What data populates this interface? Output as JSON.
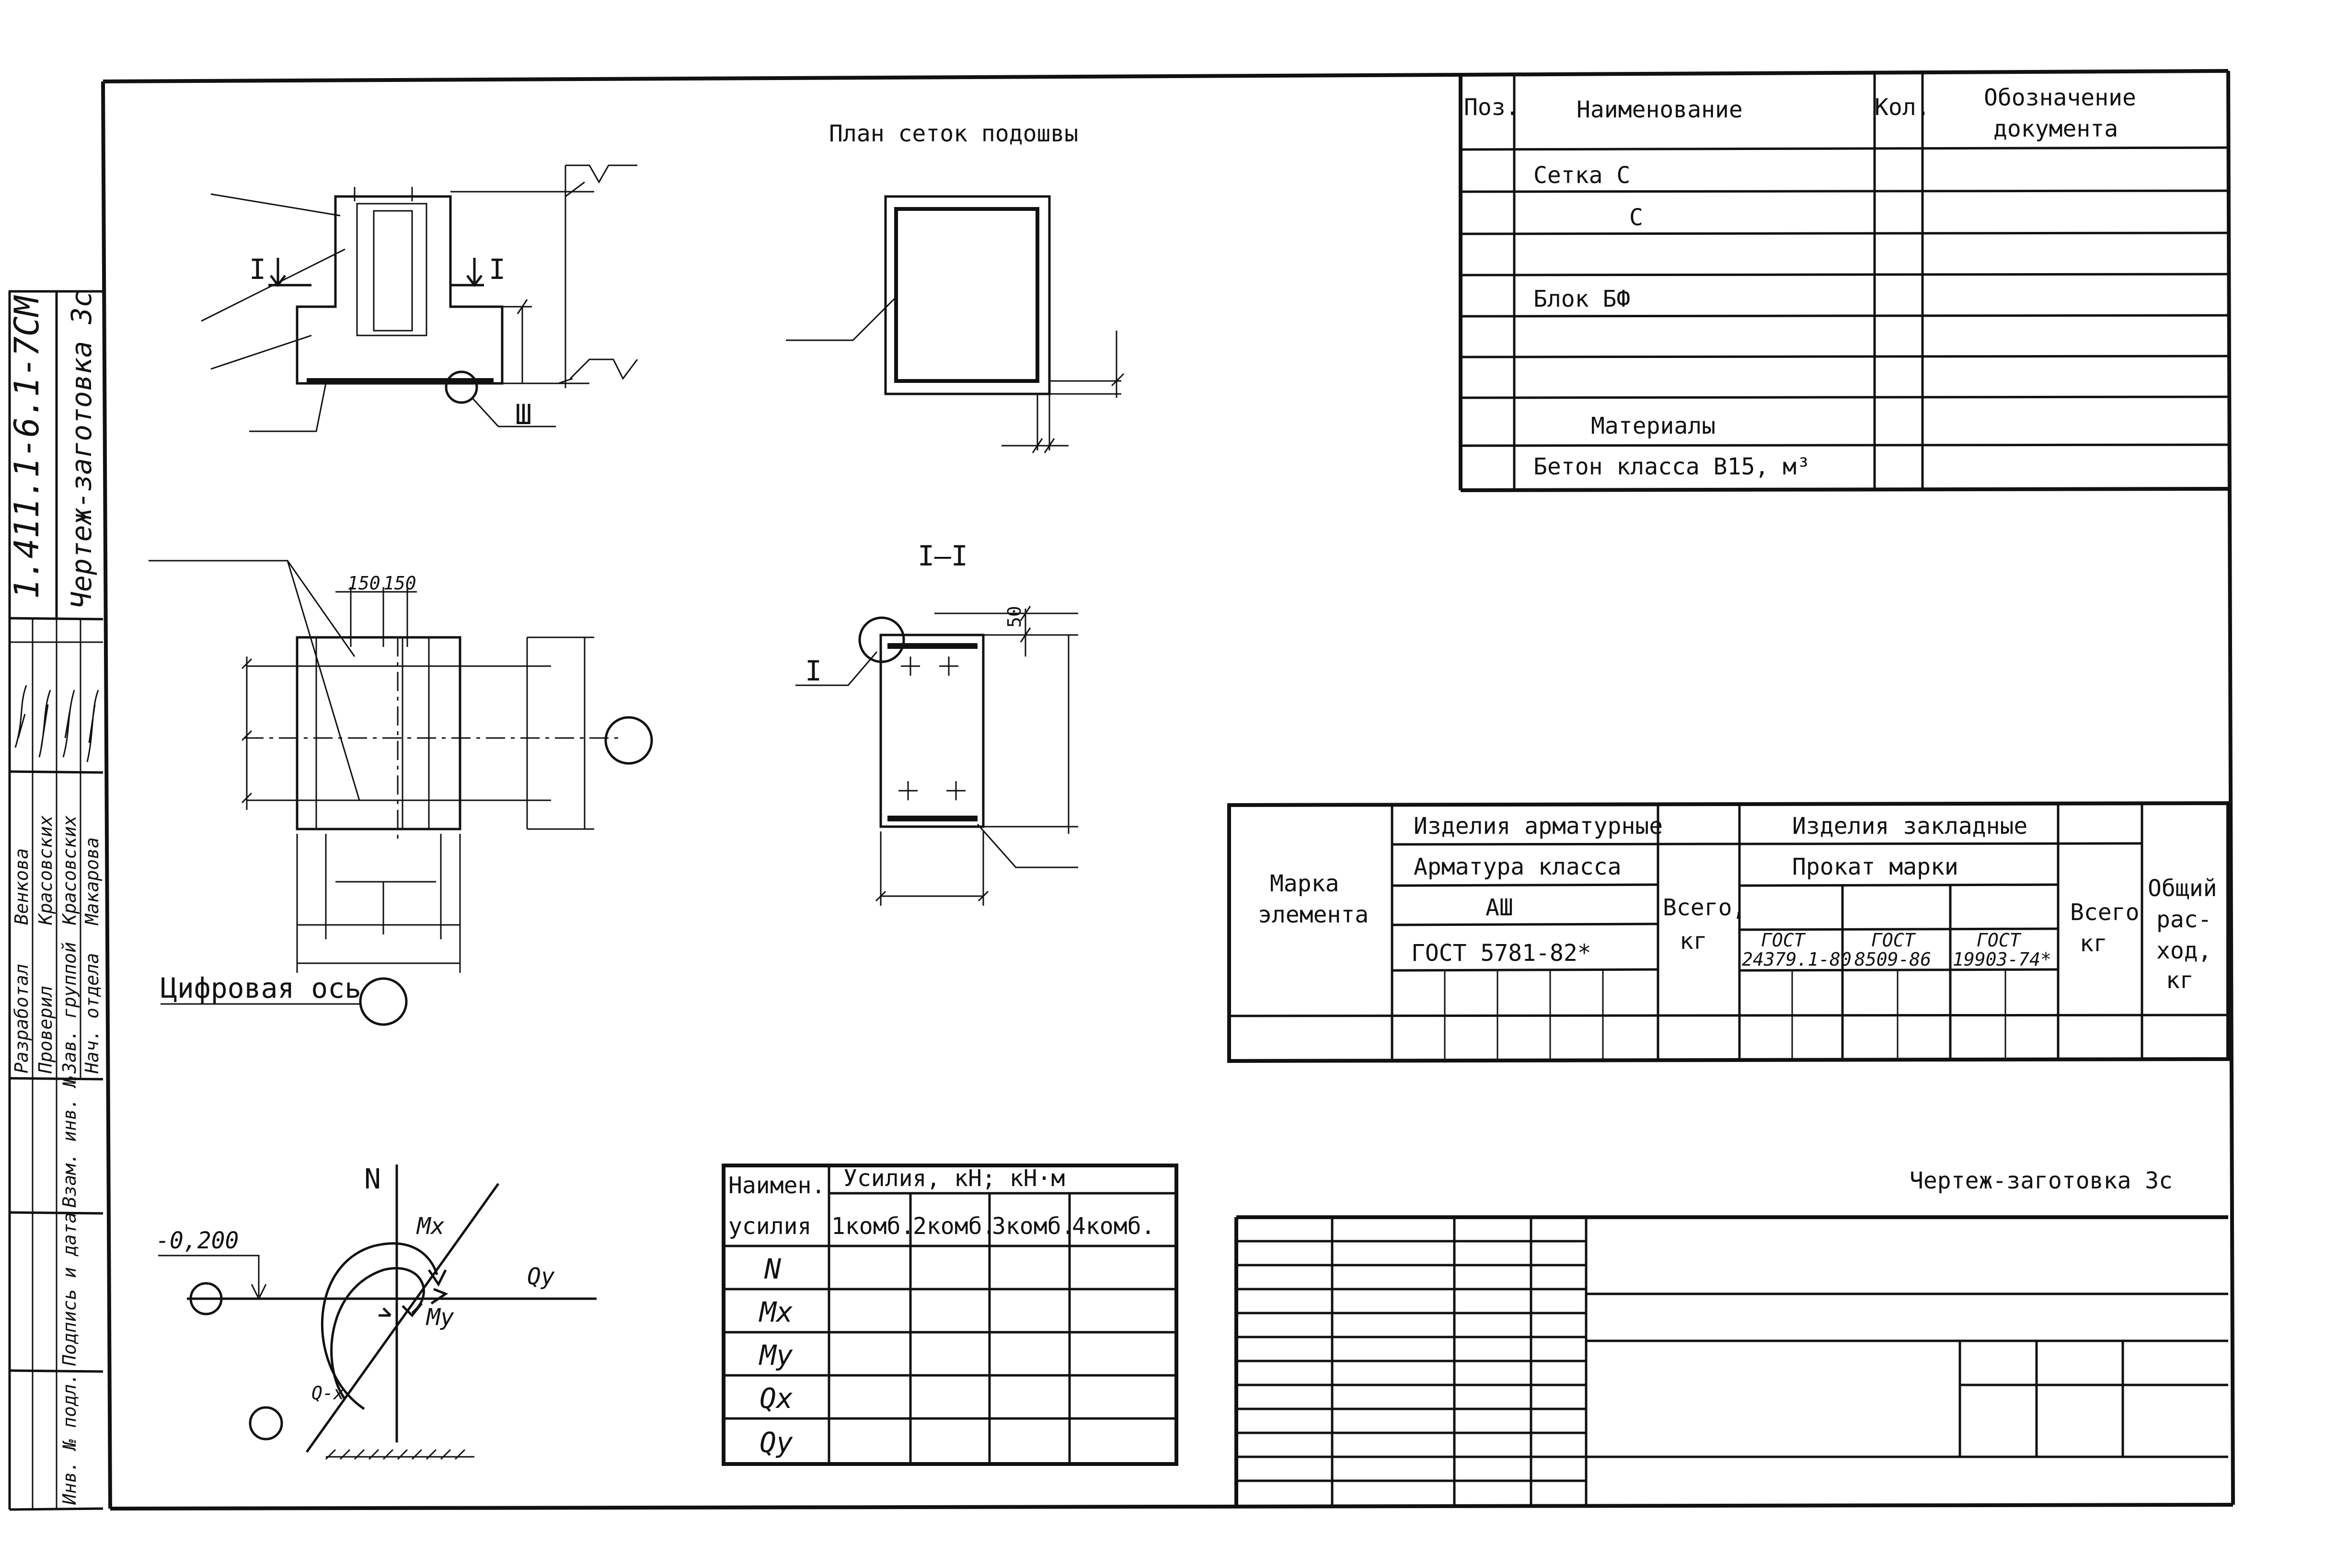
{
  "plan": {
    "title": "План сеток подошвы"
  },
  "plan_mark": "Ш",
  "section": {
    "title": "I–I",
    "dim_top": "50",
    "mark": "I"
  },
  "elevation": {
    "section_mark_left": "I",
    "section_mark_right": "I"
  },
  "front_view": {
    "dim_a": "150",
    "dim_b": "150",
    "axis_label": "Цифровая ось"
  },
  "loads_diagram": {
    "N": "N",
    "Mx": "Mx",
    "My": "My",
    "Qy": "Qy",
    "Qx": "Q-x",
    "level": "-0,200"
  },
  "spec_table": {
    "headers": {
      "pos": "Поз.",
      "name": "Наименование",
      "qty": "Кол.",
      "doc_l1": "Обозначение",
      "doc_l2": "документа"
    },
    "rows": [
      {
        "name": "Сетка  С"
      },
      {
        "name": "С"
      },
      {
        "name": ""
      },
      {
        "name": "Блок  БФ"
      },
      {
        "name": ""
      },
      {
        "name": "Материалы"
      },
      {
        "name": "Бетон класса В15,  м³"
      }
    ]
  },
  "steel_table": {
    "marka_l1": "Марка",
    "marka_l2": "элемента",
    "armature_group": "Изделия арматурные",
    "armature_class": "Арматура класса",
    "class_value": "АШ",
    "gost_armature": "ГОСТ 5781-82*",
    "total_l1": "Всего,",
    "total_l2": "кг",
    "embedded_group": "Изделия закладные",
    "rolled": "Прокат марки",
    "gost1_l1": "ГОСТ",
    "gost1_l2": "24379.1-80",
    "gost2_l1": "ГОСТ",
    "gost2_l2": "8509-86",
    "gost3_l1": "ГОСТ",
    "gost3_l2": "19903-74*",
    "total2_l1": "Всего",
    "total2_l2": "кг",
    "common_l1": "Общий",
    "common_l2": "рас-",
    "common_l3": "ход,",
    "common_l4": "кг"
  },
  "forces_table": {
    "h_name_l1": "Наимен.",
    "h_name_l2": "усилия",
    "h_group": "Усилия, кН;  кН·м",
    "combos": [
      "1комб.",
      "2комб.",
      "3комб.",
      "4комб."
    ],
    "rows": [
      "N",
      "Mx",
      "My",
      "Qx",
      "Qy"
    ]
  },
  "sheet_title": "Чертеж-заготовка 3с",
  "side_stamp": {
    "code": "1.411.1-6.1-7СМ",
    "title": "Чертеж-заготовка 3с",
    "roles": [
      "Разработал",
      "Проверил",
      "Зав. группой",
      "Нач. отдела"
    ],
    "names": [
      "Венкова",
      "Красовских",
      "Красовских",
      "Макарова"
    ],
    "fields": [
      "Взам. инв. №",
      "Подпись и дата",
      "Инв. № подл."
    ]
  }
}
